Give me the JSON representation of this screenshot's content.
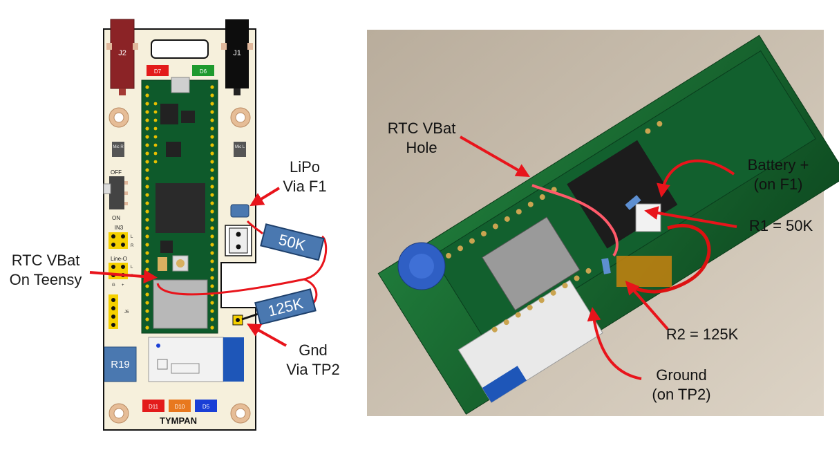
{
  "diagram": {
    "left": {
      "connectors": {
        "j2": "J2",
        "j1": "J1"
      },
      "leds_top": [
        {
          "label": "D7",
          "color": "#e31b1b"
        },
        {
          "label": "D6",
          "color": "#1e9a2e"
        }
      ],
      "mics": {
        "right": "Mic R",
        "left": "Mic L"
      },
      "switch": {
        "off": "OFF",
        "on": "ON"
      },
      "headers": {
        "in3": "IN3",
        "lineo": "Line-O",
        "j5": "J5",
        "l": "L",
        "r": "R",
        "g": "G",
        "plus": "+"
      },
      "r19": "R19",
      "resistors": {
        "r50k": "50K",
        "r125k": "125K"
      },
      "leds_bottom": [
        {
          "label": "D11",
          "color": "#e31b1b"
        },
        {
          "label": "D10",
          "color": "#e8781e"
        },
        {
          "label": "D5",
          "color": "#1a3fd6"
        }
      ],
      "board_name": "TYMPAN",
      "annotations": {
        "rtc_teensy": [
          "RTC VBat",
          "On Teensy"
        ],
        "lipo": [
          "LiPo",
          "Via F1"
        ],
        "gnd": [
          "Gnd",
          "Via TP2"
        ]
      }
    },
    "right": {
      "annotations": {
        "rtc_hole": [
          "RTC VBat",
          "Hole"
        ],
        "battery": [
          "Battery +",
          "(on F1)"
        ],
        "r1": "R1 = 50K",
        "r2": "R2 = 125K",
        "ground": [
          "Ground",
          "(on TP2)"
        ]
      }
    }
  }
}
